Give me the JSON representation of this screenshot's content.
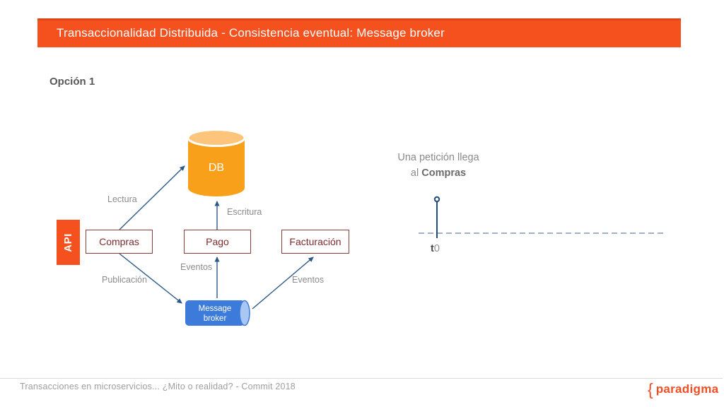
{
  "slide_title": "Transaccionalidad Distribuida - Consistencia eventual: Message broker",
  "option_label": "Opción 1",
  "diagram": {
    "db_label": "DB",
    "api_label": "API",
    "services": [
      {
        "label": "Compras"
      },
      {
        "label": "Pago"
      },
      {
        "label": "Facturación"
      }
    ],
    "broker": {
      "line1": "Message",
      "line2": "broker"
    },
    "edges": [
      {
        "label": "Lectura",
        "from": "Compras",
        "to": "DB"
      },
      {
        "label": "Escritura",
        "from": "Pago",
        "to": "DB"
      },
      {
        "label": "Publicación",
        "from": "Compras",
        "to": "Message broker"
      },
      {
        "label": "Eventos",
        "from": "Message broker",
        "to": "Pago"
      },
      {
        "label": "Eventos",
        "from": "Message broker",
        "to": "Facturación"
      }
    ]
  },
  "annotation": {
    "line1": "Una petición llega",
    "line2_prefix": "al ",
    "line2_bold": "Compras",
    "timeline_tick_prefix": "t",
    "timeline_tick_index": "0"
  },
  "footer": {
    "caption": "Transacciones en microservicios... ¿Mito o realidad? - Commit 2018",
    "logo_brace": "{",
    "logo_text": "paradigma"
  },
  "colors": {
    "header_orange": "#F4511E",
    "db_body_orange": "#F9A01B",
    "db_top_orange": "#FCC57B",
    "api_orange": "#F4511E",
    "broker_blue": "#3D7BDB",
    "broker_cap_blue": "#A9C7F4",
    "service_border": "#8E3B3B",
    "service_text": "#7B2C2C",
    "arrow_navy": "#2D5986",
    "edge_label_gray": "#8C8C8C",
    "timeline_navy": "#1F4E79",
    "timeline_dash": "#8299B5",
    "logo_orange": "#F04E23"
  }
}
